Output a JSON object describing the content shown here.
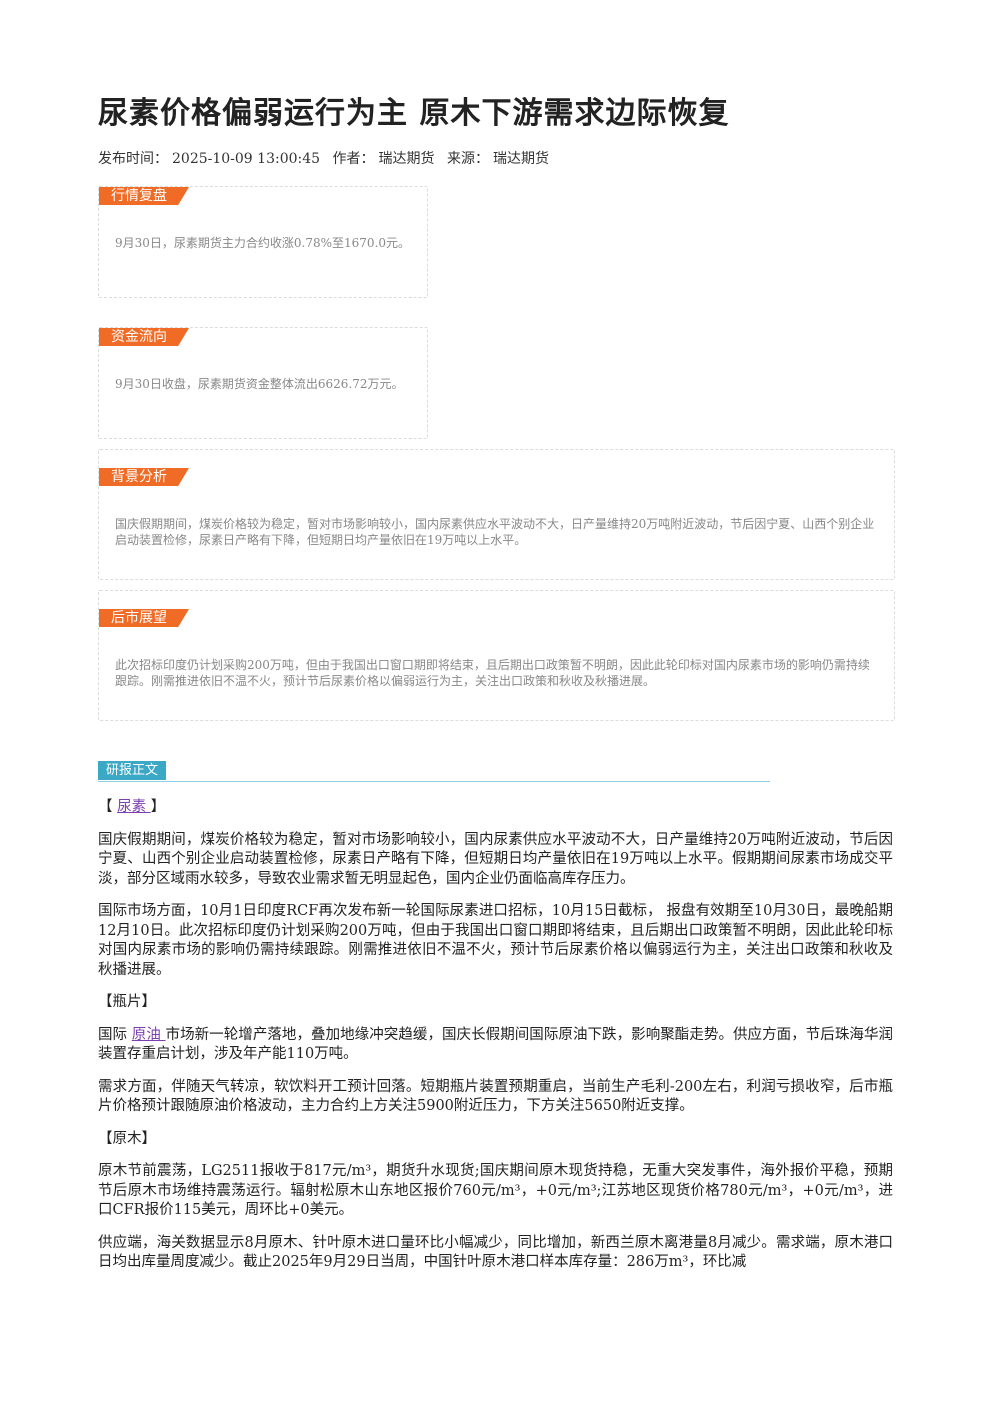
{
  "title": "尿素价格偏弱运行为主 原木下游需求边际恢复",
  "meta": {
    "publish_label": "发布时间：",
    "publish_time": "2025-10-09 13:00:45",
    "author_label": "作者：",
    "author": "瑞达期货",
    "source_label": "来源：",
    "source": "瑞达期货"
  },
  "cards": {
    "market_review": {
      "tag": "行情复盘",
      "text": "9月30日，尿素期货主力合约收涨0.78%至1670.0元。"
    },
    "capital_flow": {
      "tag": "资金流向",
      "text": "9月30日收盘，尿素期货资金整体流出6626.72万元。"
    },
    "background": {
      "tag": "背景分析",
      "text": "国庆假期期间，煤炭价格较为稳定，暂对市场影响较小，国内尿素供应水平波动不大，日产量维持20万吨附近波动，节后因宁夏、山西个别企业启动装置检修，尿素日产略有下降，但短期日均产量依旧在19万吨以上水平。"
    },
    "outlook": {
      "tag": "后市展望",
      "text": "此次招标印度仍计划采购200万吨，但由于我国出口窗口期即将结束，且后期出口政策暂不明朗，因此此轮印标对国内尿素市场的影响仍需持续跟踪。刚需推进依旧不温不火，预计节后尿素价格以偏弱运行为主，关注出口政策和秋收及秋播进展。"
    }
  },
  "report": {
    "section_tag": "研报正文",
    "urea": {
      "bracket_open": "【 ",
      "link": "尿素 ",
      "bracket_close": "】",
      "p1": "国庆假期期间，煤炭价格较为稳定，暂对市场影响较小，国内尿素供应水平波动不大，日产量维持20万吨附近波动，节后因宁夏、山西个别企业启动装置检修，尿素日产略有下降，但短期日均产量依旧在19万吨以上水平。假期期间尿素市场成交平淡，部分区域雨水较多，导致农业需求暂无明显起色，国内企业仍面临高库存压力。",
      "p2": "国际市场方面，10月1日印度RCF再次发布新一轮国际尿素进口招标，10月15日截标， 报盘有效期至10月30日，最晚船期12月10日。此次招标印度仍计划采购200万吨，但由于我国出口窗口期即将结束，且后期出口政策暂不明朗，因此此轮印标对国内尿素市场的影响仍需持续跟踪。刚需推进依旧不温不火，预计节后尿素价格以偏弱运行为主，关注出口政策和秋收及秋播进展。"
    },
    "bottle": {
      "heading": "【瓶片】",
      "p1_prefix": "国际 ",
      "p1_link": "原油 ",
      "p1_rest": "市场新一轮增产落地，叠加地缘冲突趋缓，国庆长假期间国际原油下跌，影响聚酯走势。供应方面，节后珠海华润装置存重启计划，涉及年产能110万吨。",
      "p2": "需求方面，伴随天气转凉，软饮料开工预计回落。短期瓶片装置预期重启，当前生产毛利-200左右，利润亏损收窄，后市瓶片价格预计跟随原油价格波动，主力合约上方关注5900附近压力，下方关注5650附近支撑。"
    },
    "log": {
      "heading": "【原木】",
      "p1": "原木节前震荡，LG2511报收于817元/m³，期货升水现货;国庆期间原木现货持稳，无重大突发事件，海外报价平稳，预期节后原木市场维持震荡运行。辐射松原木山东地区报价760元/m³，+0元/m³;江苏地区现货价格780元/m³，+0元/m³，进口CFR报价115美元，周环比+0美元。",
      "p2": "供应端，海关数据显示8月原木、针叶原木进口量环比小幅减少，同比增加，新西兰原木离港量8月减少。需求端，原木港口日均出库量周度减少。截止2025年9月29日当周，中国针叶原木港口样本库存量：286万m³，环比减"
    }
  }
}
